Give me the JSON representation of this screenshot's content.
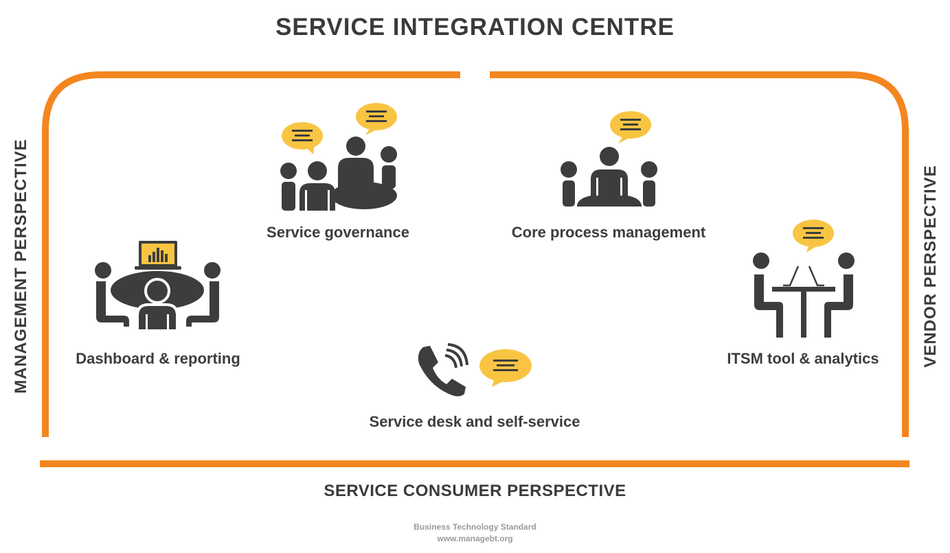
{
  "title": "SERVICE INTEGRATION CENTRE",
  "perspectives": {
    "left": "MANAGEMENT PERSPECTIVE",
    "right": "VENDOR PERSPECTIVE",
    "bottom": "SERVICE CONSUMER PERSPECTIVE"
  },
  "items": [
    {
      "label": "Service governance"
    },
    {
      "label": "Core process management"
    },
    {
      "label": "Dashboard & reporting"
    },
    {
      "label": "ITSM tool & analytics"
    },
    {
      "label": "Service desk and self-service"
    }
  ],
  "footer": {
    "line1": "Business Technology Standard",
    "line2": "www.managebt.org"
  },
  "colors": {
    "frame": "#f4861f",
    "icon": "#3d3d3d",
    "bubble": "#f8c442"
  }
}
